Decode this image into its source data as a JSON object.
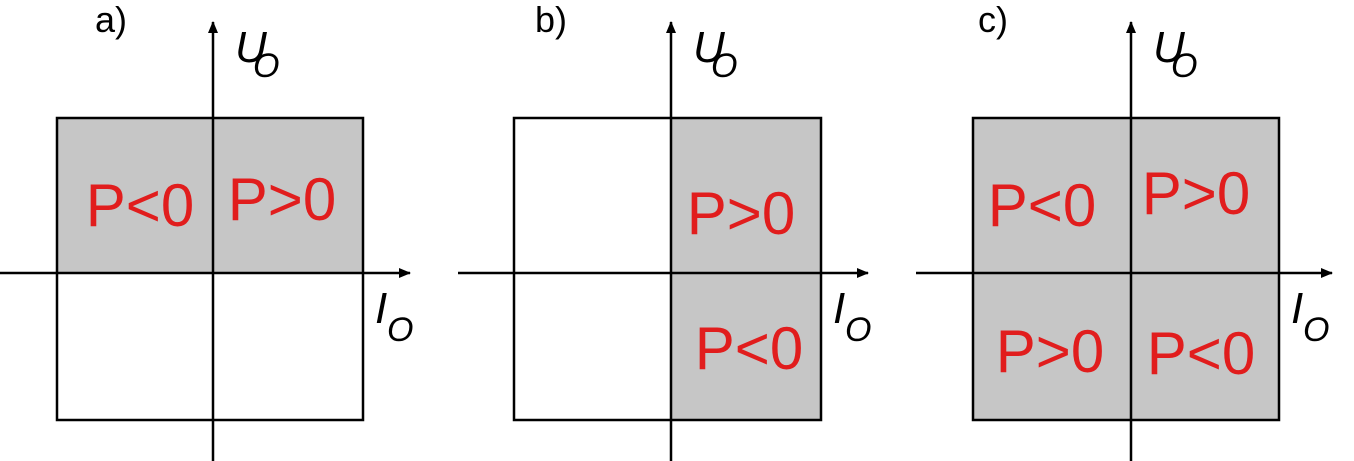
{
  "colors": {
    "shade": "#c6c6c6",
    "text_red": "#e11d1d",
    "line": "#000000"
  },
  "axes": {
    "voltage": "U",
    "voltage_sub": "O",
    "current": "I",
    "current_sub": "O"
  },
  "panels": [
    {
      "label": "a)",
      "quadrants": [
        {
          "position": "top-left",
          "shaded": true,
          "text": "P<0"
        },
        {
          "position": "top-right",
          "shaded": true,
          "text": "P>0"
        },
        {
          "position": "bottom-left",
          "shaded": false,
          "text": ""
        },
        {
          "position": "bottom-right",
          "shaded": false,
          "text": ""
        }
      ]
    },
    {
      "label": "b)",
      "quadrants": [
        {
          "position": "top-left",
          "shaded": false,
          "text": ""
        },
        {
          "position": "top-right",
          "shaded": true,
          "text": "P>0"
        },
        {
          "position": "bottom-left",
          "shaded": false,
          "text": ""
        },
        {
          "position": "bottom-right",
          "shaded": true,
          "text": "P<0"
        }
      ]
    },
    {
      "label": "c)",
      "quadrants": [
        {
          "position": "top-left",
          "shaded": true,
          "text": "P<0"
        },
        {
          "position": "top-right",
          "shaded": true,
          "text": "P>0"
        },
        {
          "position": "bottom-left",
          "shaded": true,
          "text": "P>0"
        },
        {
          "position": "bottom-right",
          "shaded": true,
          "text": "P<0"
        }
      ]
    }
  ]
}
